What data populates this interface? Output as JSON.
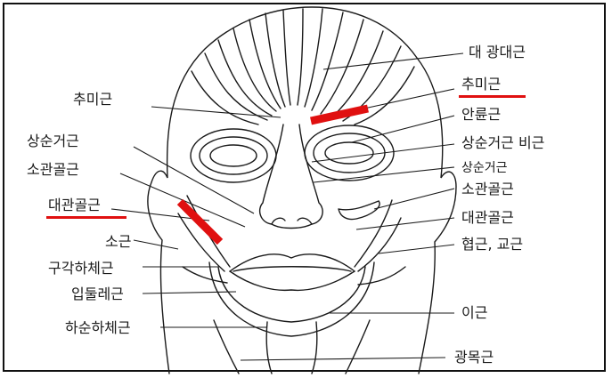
{
  "labels": {
    "left": [
      "추미근",
      "상순거근",
      "소관골근",
      "대관골근",
      "소근",
      "구각하체근",
      "입둘레근",
      "하순하체근"
    ],
    "right": [
      "대 광대근",
      "추미근",
      "안륜근",
      "상순거근 비근",
      "상순거근",
      "소관골근",
      "대관골근",
      "협근, 교근",
      "이근",
      "광목근"
    ]
  },
  "highlighted": [
    "추미근",
    "대관골근"
  ],
  "colors": {
    "highlight": "#e01010",
    "line": "#1a1a1a",
    "background": "#ffffff"
  }
}
